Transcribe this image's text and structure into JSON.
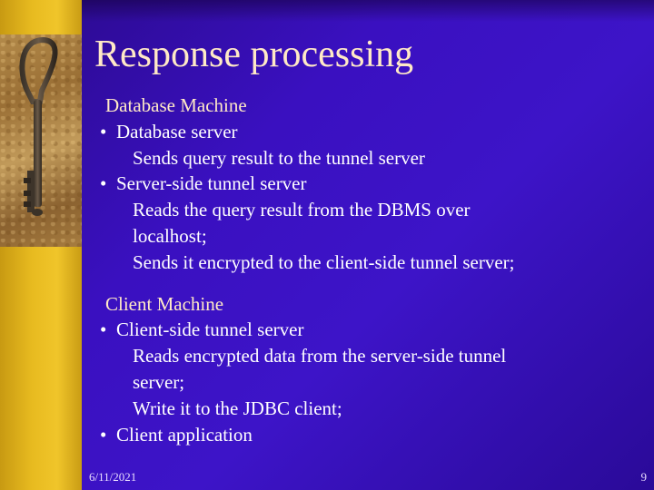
{
  "slide": {
    "title": "Response processing",
    "sections": [
      {
        "heading": "Database Machine",
        "bullets": [
          {
            "text": "Database server",
            "sub": [
              "Sends query result to the tunnel server"
            ]
          },
          {
            "text": "Server-side tunnel server",
            "sub": [
              "Reads the query result from the DBMS over",
              "localhost;",
              "Sends it encrypted to the client-side tunnel server;"
            ]
          }
        ]
      },
      {
        "heading": "Client Machine",
        "bullets": [
          {
            "text": "Client-side tunnel server",
            "sub": [
              "Reads encrypted data from the server-side tunnel",
              "server;",
              "Write it to the JDBC client;"
            ]
          },
          {
            "text": "Client application",
            "sub": []
          }
        ]
      }
    ],
    "bullet_glyph": "•",
    "footer": {
      "date": "6/11/2021",
      "page_number": "9"
    },
    "colors": {
      "background": "#3a10c0",
      "left_bar": "#e8bb20",
      "title": "#ffe9c6",
      "text": "#ffffff"
    },
    "icons": [
      "key-image"
    ]
  }
}
